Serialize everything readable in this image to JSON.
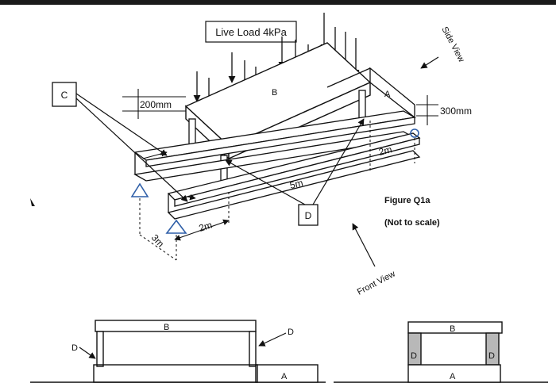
{
  "title_box": {
    "text": "Live Load 4kPa"
  },
  "labels": {
    "side_view": "Side View",
    "front_view": "Front View",
    "figure": "Figure Q1a",
    "not_to_scale": "(Not to scale)",
    "c": "C",
    "a": "A",
    "b": "B",
    "d": "D"
  },
  "dimensions": {
    "d200": "200mm",
    "d300": "300mm",
    "span_5m": "5m",
    "span_2m_right": "2m",
    "span_2m_left": "2m",
    "span_3m": "3m"
  },
  "front_view": {
    "b": "B",
    "a": "A",
    "d_left": "D",
    "d_right": "D"
  },
  "side_view": {
    "b": "B",
    "a": "A",
    "d_left": "D",
    "d_right": "D"
  },
  "colors": {
    "line": "#111111",
    "support": "#2f5fa8",
    "post_fill": "#b8b8b8"
  }
}
